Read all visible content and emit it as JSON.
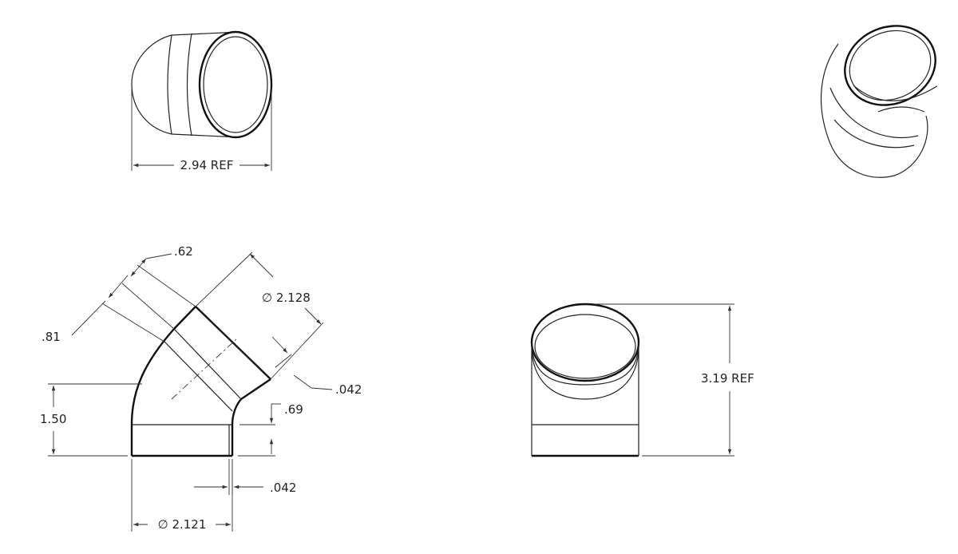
{
  "dimensions": {
    "top_width": "2.94 REF",
    "side_height": "3.19 REF",
    "socket_top_length": ".62",
    "socket_top_diameter": "∅ 2.128",
    "offset": ".81",
    "wall_top": ".042",
    "height": "1.50",
    "socket_bottom_length": ".69",
    "wall_bottom": ".042",
    "diameter_bottom": "∅ 2.121"
  }
}
